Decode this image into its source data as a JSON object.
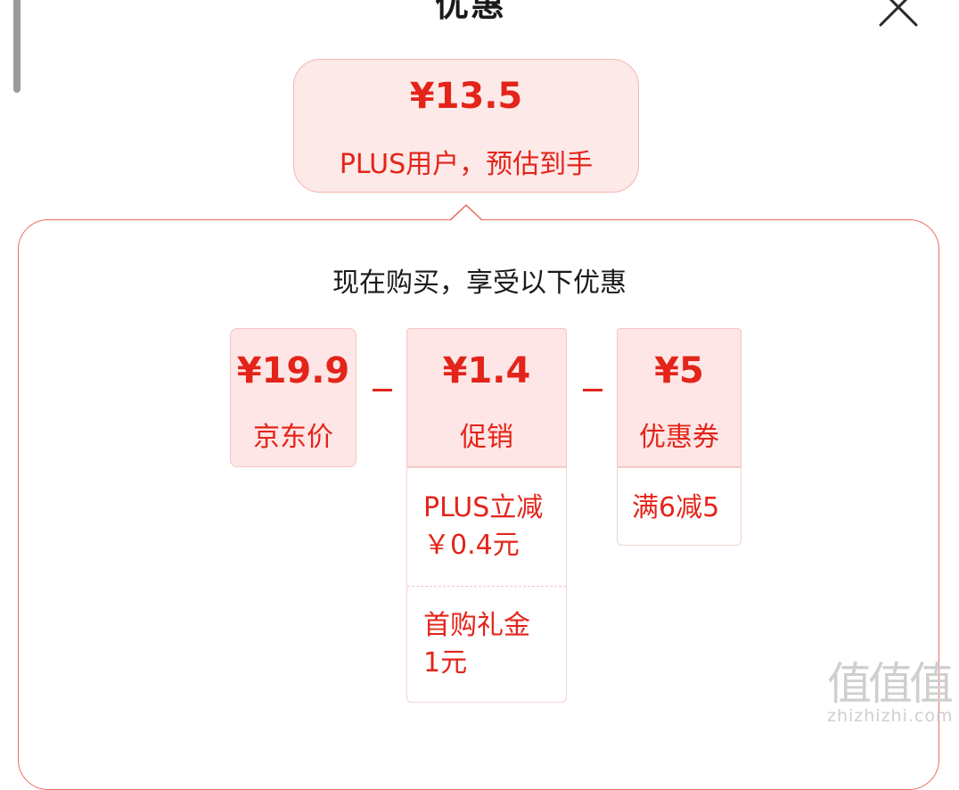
{
  "header": {
    "title": "优惠"
  },
  "summary": {
    "price": "¥13.5",
    "label": "PLUS用户，预估到手"
  },
  "panel": {
    "heading": "现在购买，享受以下优惠"
  },
  "breakdown": {
    "jd_price": {
      "value": "¥19.9",
      "label": "京东价"
    },
    "promotion": {
      "value": "¥1.4",
      "label": "促销",
      "details": [
        {
          "line1": "PLUS立减",
          "line2": "￥0.4元"
        },
        {
          "line1": "首购礼金",
          "line2": "1元"
        }
      ]
    },
    "coupon": {
      "value": "¥5",
      "label": "优惠券",
      "details": [
        {
          "line1": "满6减5"
        }
      ]
    },
    "operator": "－"
  },
  "watermark": {
    "logo": "值值值",
    "url": "zhizhizhi.com"
  },
  "colors": {
    "accent": "#e3241a",
    "card_bg": "#fde6e5",
    "panel_border": "#ec6a60"
  }
}
